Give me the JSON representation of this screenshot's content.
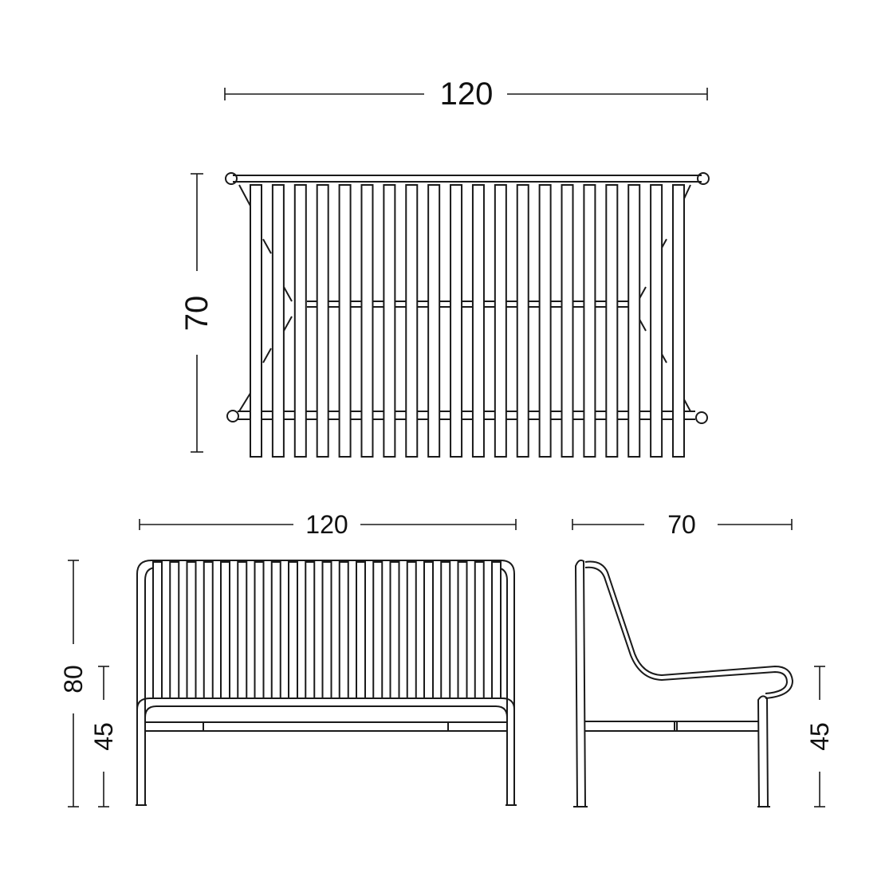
{
  "drawing": {
    "top_view": {
      "width_label": "120",
      "depth_label": "70",
      "slat_count": 20
    },
    "front_view": {
      "width_label": "120",
      "height_label": "80",
      "seat_height_label": "45",
      "slat_count": 21
    },
    "side_view": {
      "depth_label": "70",
      "seat_height_label": "45"
    },
    "line_color": "#1a1a1a"
  }
}
